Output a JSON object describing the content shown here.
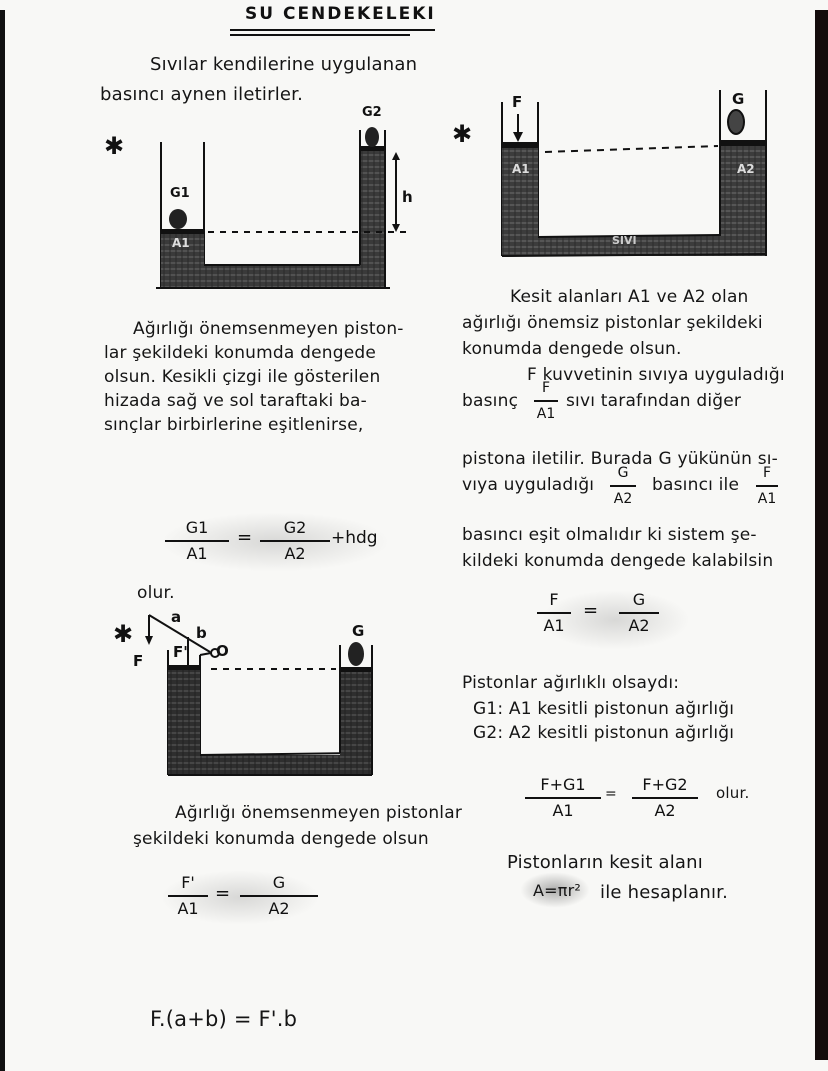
{
  "document": {
    "title": "SU CENDEKELEKI",
    "intro": [
      "Sıvılar kendilerine uygulanan",
      "basıncı aynen iletirler."
    ],
    "figure1": {
      "labels": {
        "left_load": "G1",
        "right_load": "G2",
        "left_area": "A1",
        "height": "h"
      },
      "caption": [
        "Ağırlığı önemsenmeyen piston-",
        "lar şekildeki konumda dengede",
        "olsun. Kesikli çizgi ile gösterilen",
        "hizada sağ ve sol taraftaki ba-",
        "sınçlar birbirlerine eşitlenirse,"
      ],
      "equation": {
        "lhs_num": "G1",
        "lhs_den": "A1",
        "eq": "=",
        "rhs_num": "G2",
        "rhs_den": "A2",
        "extra": "+hdg"
      },
      "after": "olur."
    },
    "figure2": {
      "labels": {
        "force": "F",
        "load": "G",
        "left_area": "A1",
        "right_area": "A2",
        "fluid": "SIVI"
      },
      "caption": [
        "Kesit alanları A1 ve A2 olan",
        "ağırlığı önemsiz pistonlar şekildeki",
        "konumda dengede olsun.",
        "F kuvvetinin sıvıya uyguladığı",
        "basınç",
        "sıvı tarafından diğer",
        "pistona iletilir. Burada G yükünün sı-",
        "vıya uyguladığı",
        "basıncı ile",
        "basıncı eşit olmalıdır ki sistem şe-",
        "kildeki konumda dengede kalabilsin"
      ],
      "frac_F_A1": {
        "num": "F",
        "den": "A1"
      },
      "frac_G_A2": {
        "num": "G",
        "den": "A2"
      },
      "equation": {
        "lhs_num": "F",
        "lhs_den": "A1",
        "eq": "=",
        "rhs_num": "G",
        "rhs_den": "A2"
      }
    },
    "weighted": {
      "heading": "Pistonlar ağırlıklı olsaydı:",
      "g1_def": "G1: A1 kesitli pistonun ağırlığı",
      "g2_def": "G2: A2 kesitli pistonun ağırlığı",
      "equation": {
        "lhs_num": "F+G1",
        "lhs_den": "A1",
        "eq": "=",
        "rhs_num": "F+G2",
        "rhs_den": "A2",
        "extra": "olur."
      }
    },
    "area_note": [
      "Pistonların kesit alanı",
      "A=πr²",
      "ile hesaplanır."
    ],
    "figure3": {
      "labels": {
        "force": "F",
        "piston_force": "F'",
        "arm_a": "a",
        "arm_b": "b",
        "pivot": "O",
        "load": "G"
      },
      "caption": [
        "Ağırlığı önemsenmeyen pistonlar",
        "şekildeki konumda dengede olsun"
      ],
      "equation": {
        "lhs_num": "F'",
        "lhs_den": "A1",
        "eq": "=",
        "rhs_num": "G",
        "rhs_den": "A2"
      },
      "lever_equation": "F.(a+b) = F'.b"
    },
    "markers": {
      "star": "✱"
    }
  }
}
